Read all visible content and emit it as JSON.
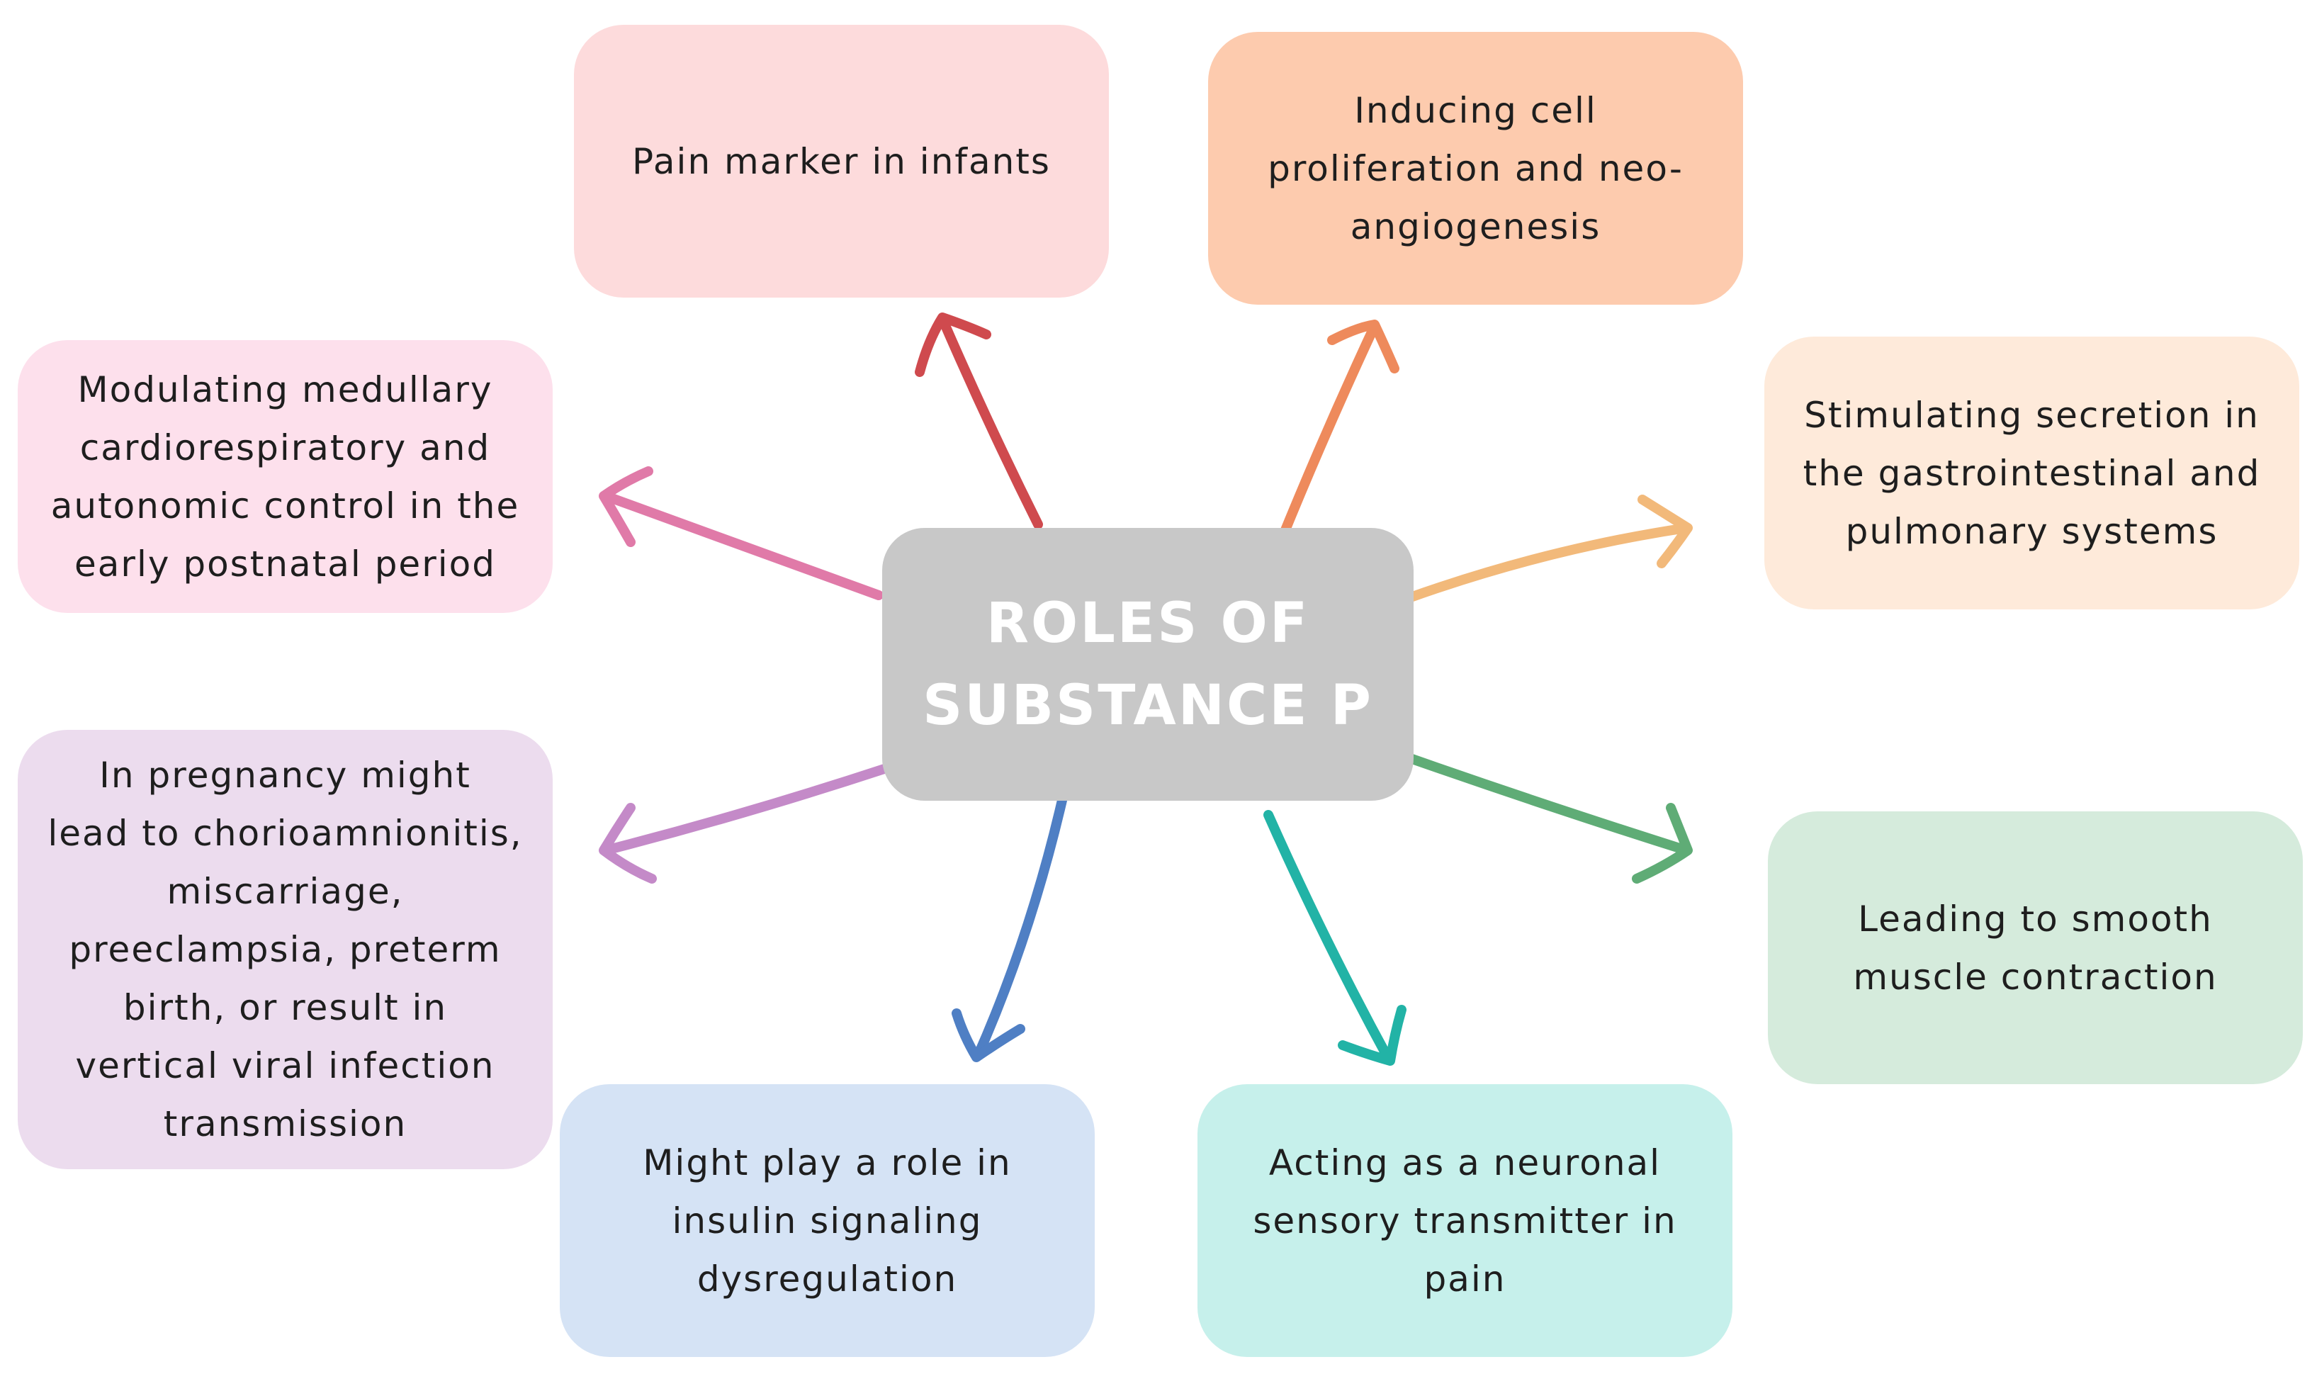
{
  "center": {
    "line1": "ROLES OF",
    "line2": "SUBSTANCE P"
  },
  "roles": [
    {
      "id": "pain-infants",
      "lines": [
        "Pain marker in infants"
      ],
      "fill": "#fddbdc",
      "arrow_color": "#cf4a4e"
    },
    {
      "id": "proliferation",
      "lines": [
        "Inducing cell",
        "proliferation and neo-",
        "angiogenesis"
      ],
      "fill": "#fdcbae",
      "arrow_color": "#ee8a5c"
    },
    {
      "id": "medullary",
      "lines": [
        "Modulating medullary",
        "cardiorespiratory and",
        "autonomic control in the",
        "early postnatal period"
      ],
      "fill": "#fde0ec",
      "arrow_color": "#e07aa8"
    },
    {
      "id": "secretion",
      "lines": [
        "Stimulating secretion in",
        "the gastrointestinal and",
        "pulmonary systems"
      ],
      "fill": "#feeada",
      "arrow_color": "#f2b97a"
    },
    {
      "id": "pregnancy",
      "lines": [
        "In pregnancy might",
        "lead to chorioamnionitis,",
        "miscarriage,",
        "preeclampsia, preterm",
        "birth, or result in",
        "vertical viral infection",
        "transmission"
      ],
      "fill": "#ecdcee",
      "arrow_color": "#c48ac8"
    },
    {
      "id": "smooth-muscle",
      "lines": [
        "Leading to smooth",
        "muscle contraction"
      ],
      "fill": "#d5ebdc",
      "arrow_color": "#5fac76"
    },
    {
      "id": "insulin",
      "lines": [
        "Might play a role in",
        "insulin signaling",
        "dysregulation"
      ],
      "fill": "#d5e3f5",
      "arrow_color": "#4f7fc4"
    },
    {
      "id": "neuronal",
      "lines": [
        "Acting as a neuronal",
        "sensory transmitter in",
        "pain"
      ],
      "fill": "#c6f0eb",
      "arrow_color": "#22b3a6"
    }
  ]
}
